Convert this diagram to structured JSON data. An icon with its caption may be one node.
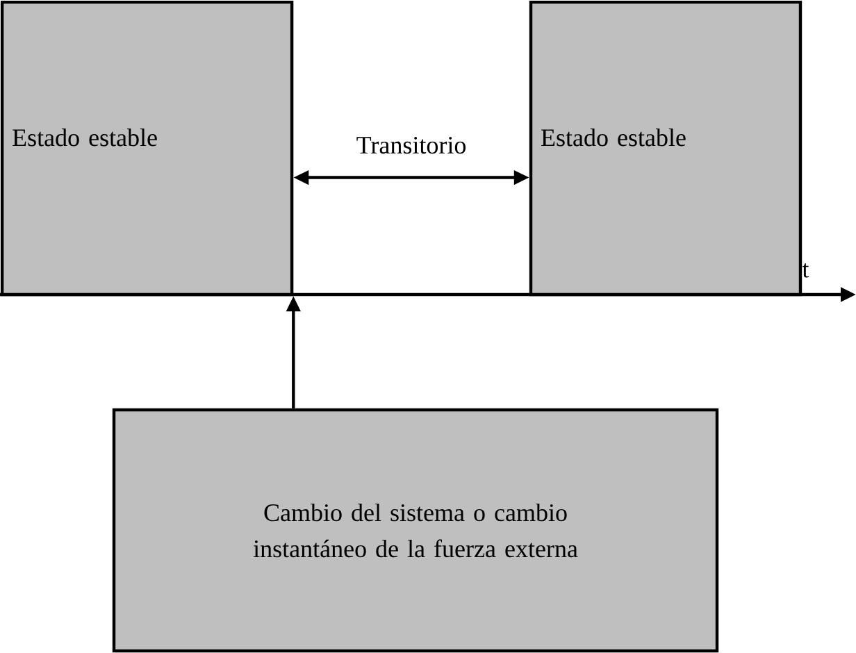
{
  "diagram": {
    "nodes": [
      {
        "text": [
          "Estado estable"
        ]
      },
      {
        "text": [
          "Estado estable"
        ]
      },
      {
        "text": [
          "Cambio del sistema o cambio instantáneo de la fuerza externa"
        ]
      }
    ],
    "edges": [
      {
        "from": 0,
        "to": 1,
        "arrow": "both",
        "label": "Transitorio"
      },
      {
        "from": 2,
        "to": 0,
        "arrow": "to"
      }
    ],
    "labels": [
      "t"
    ]
  }
}
